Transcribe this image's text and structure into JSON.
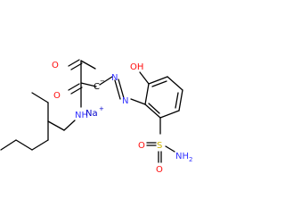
{
  "molecule": {
    "atom_labels": {
      "ketone_o": "O",
      "carbanion_c": "C",
      "azo_n1": "N",
      "azo_n2": "N",
      "hydroxyl": "OH",
      "amide_o": "O",
      "amide_nh": "NH",
      "sodium": "Na",
      "sulfonyl_s": "S",
      "sulfonyl_o1": "O",
      "sulfonyl_o2": "O",
      "sulfonamide_n": "NH",
      "sulfonamide_n_sub": "2"
    },
    "charges": {
      "carbanion": "−",
      "sodium": "+"
    },
    "colors": {
      "bond": "#000000",
      "carbon": "#000000",
      "nitrogen": "#3333ff",
      "oxygen": "#ff0d0d",
      "sulfur": "#ccb300",
      "sodium": "#0000cc"
    }
  }
}
